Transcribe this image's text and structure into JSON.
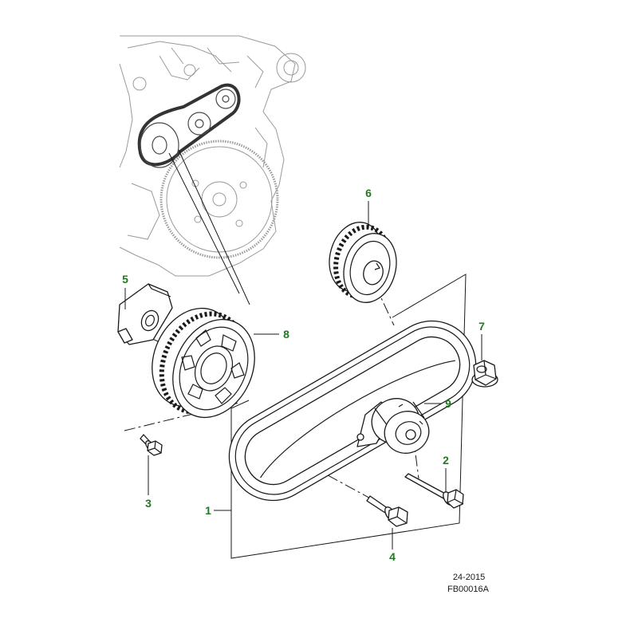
{
  "callouts": [
    "1",
    "2",
    "3",
    "4",
    "5",
    "6",
    "7",
    "8",
    "9"
  ],
  "footer": {
    "date_code": "24-2015",
    "figure_id": "FB00016A"
  },
  "colors": {
    "callout": "#1f7a1f",
    "line": "#1a1a1a",
    "sketch": "#9a9a9a"
  }
}
